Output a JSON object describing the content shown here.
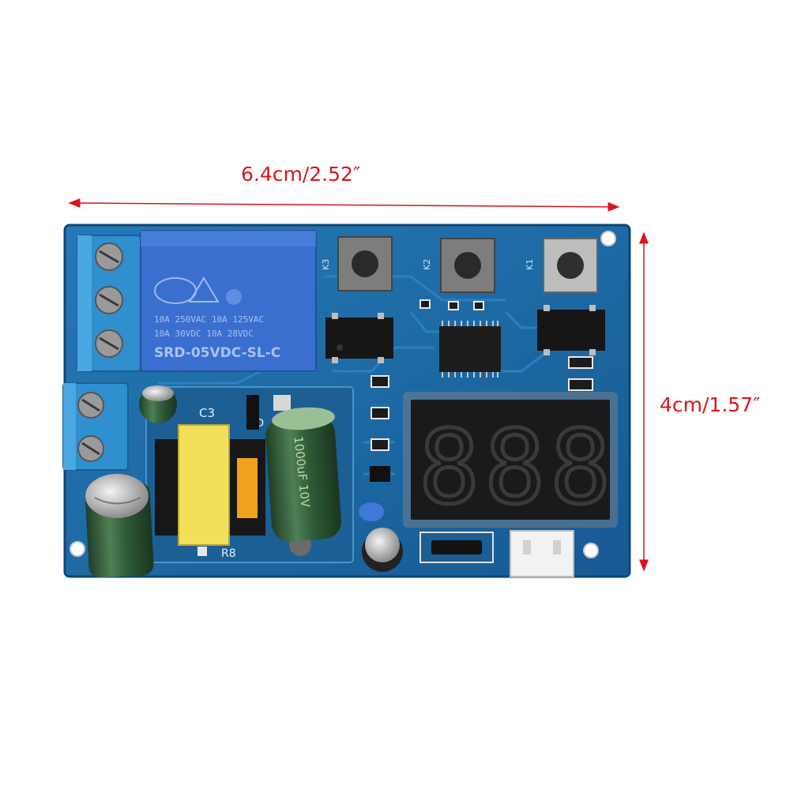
{
  "dimensions": {
    "width_label": "6.4cm/2.52″",
    "height_label": "4cm/1.57″"
  },
  "board": {
    "pcb_color": "#1c6ba8",
    "relay": {
      "model": "SRD-05VDC-SL-C",
      "rating_line_1": "10A 250VAC  10A 125VAC",
      "rating_line_2": "10A  30VDC  10A  28VDC"
    },
    "button_labels": [
      "K3",
      "K2",
      "K1"
    ],
    "silkscreen": {
      "c3": "C3",
      "r8": "R8",
      "d": "D"
    },
    "capacitor_text": "1000uF 10V",
    "display": {
      "digits": "888"
    }
  },
  "colors": {
    "dimension_arrow": "#d9151b",
    "terminal_block": "#2f8fcf",
    "relay_body": "#3a6fd0",
    "transformer": "#f3e05a",
    "capacitor_green": "#2f5a36",
    "display_body": "#1a1a1c"
  }
}
